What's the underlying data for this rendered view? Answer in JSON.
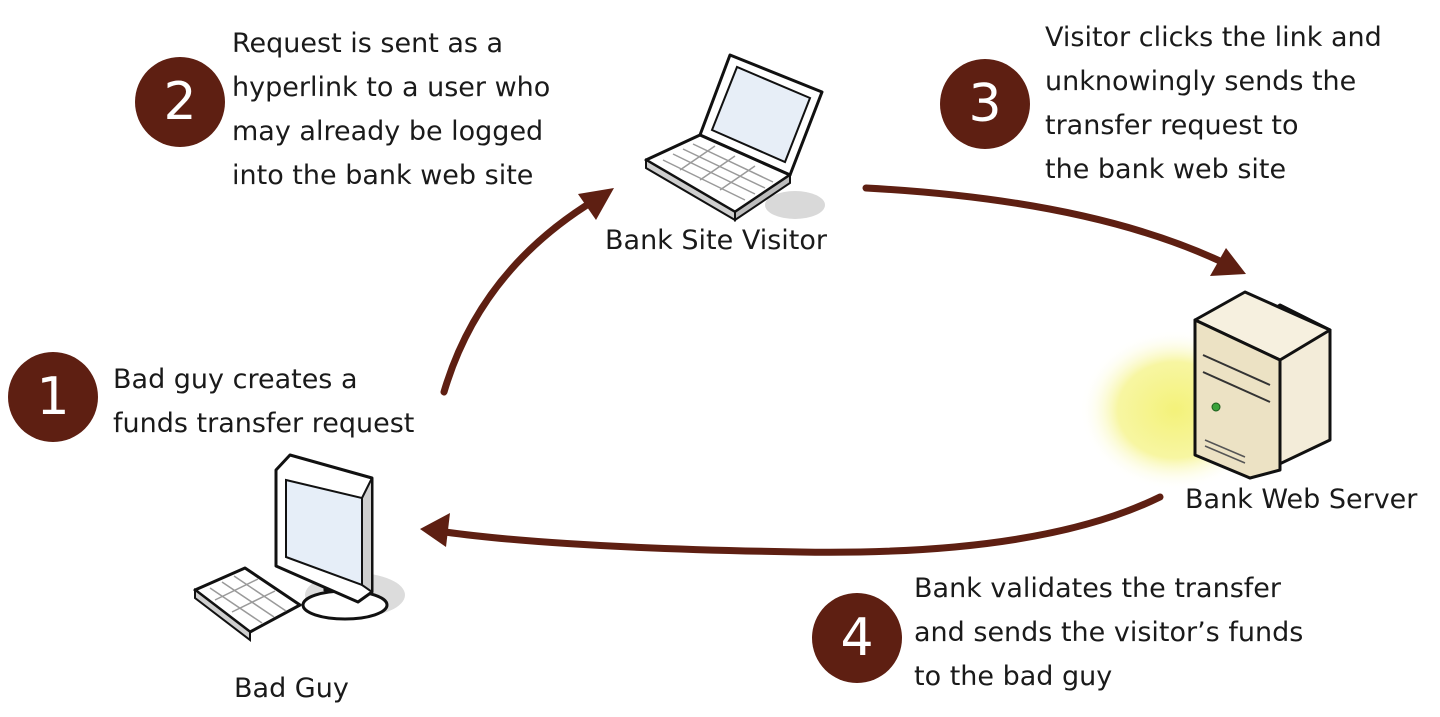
{
  "colors": {
    "accent": "#5e1f12",
    "badge_text": "#ffffff",
    "server_glow": "#f4f27a"
  },
  "nodes": {
    "visitor": {
      "label": "Bank Site Visitor",
      "icon": "laptop-icon"
    },
    "server": {
      "label": "Bank Web Server",
      "icon": "server-icon"
    },
    "bad_guy": {
      "label": "Bad Guy",
      "icon": "desktop-computer-icon"
    }
  },
  "steps": [
    {
      "number": "1",
      "text": "Bad guy creates a\nfunds transfer request"
    },
    {
      "number": "2",
      "text": "Request is sent as a\nhyperlink to a user who\nmay already be logged\ninto the bank web site"
    },
    {
      "number": "3",
      "text": "Visitor clicks the link and\nunknowingly sends the\ntransfer request to\nthe bank web site"
    },
    {
      "number": "4",
      "text": "Bank validates the transfer\nand sends the visitor’s funds\nto the bad guy"
    }
  ]
}
